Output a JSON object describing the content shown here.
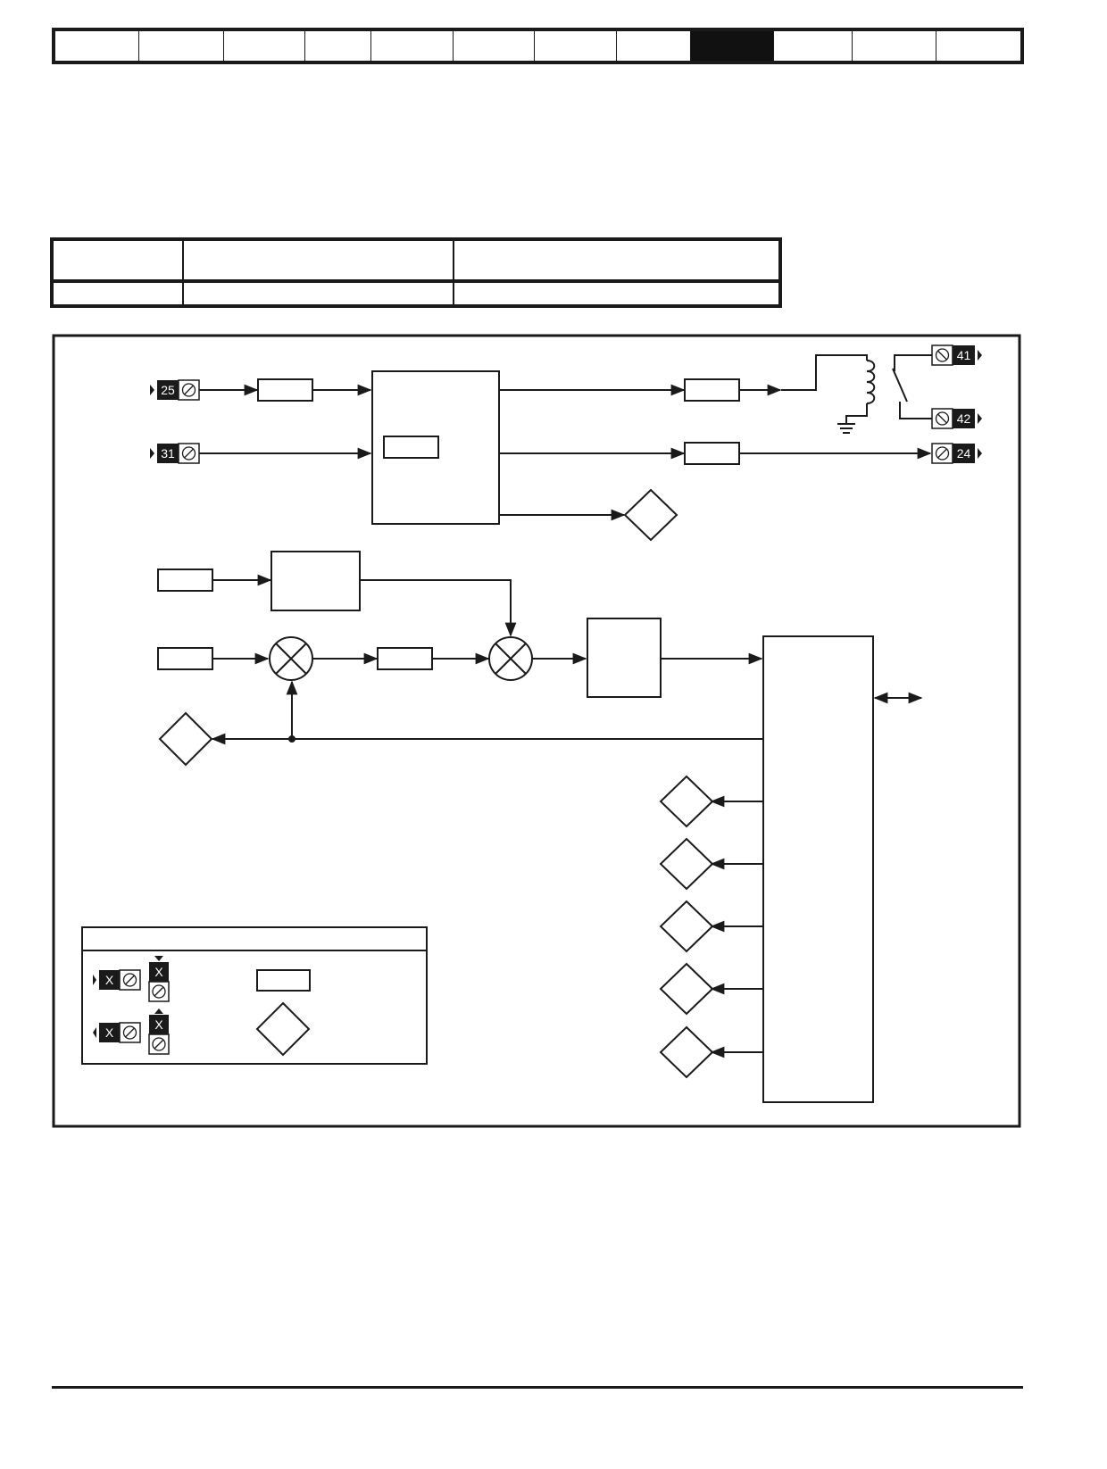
{
  "header_nav": {
    "tab_count": 12,
    "active_index": 8
  },
  "parameter_table": {
    "columns": 3,
    "rows": 1
  },
  "diagram": {
    "terminals": {
      "input_a": "25",
      "input_b": "31",
      "output_relay_1": "41",
      "output_relay_2": "42",
      "output_digital": "24"
    },
    "legend": {
      "terminal_placeholder": "X"
    }
  },
  "colors": {
    "ink": "#1a1a1a",
    "active_tab": "#111111",
    "terminal_fill": "#1a1a1a",
    "terminal_text": "#ffffff"
  },
  "icons": [
    "screw-terminal-icon",
    "relay-coil-icon",
    "ground-icon",
    "summing-junction-icon",
    "arrow-icon"
  ]
}
